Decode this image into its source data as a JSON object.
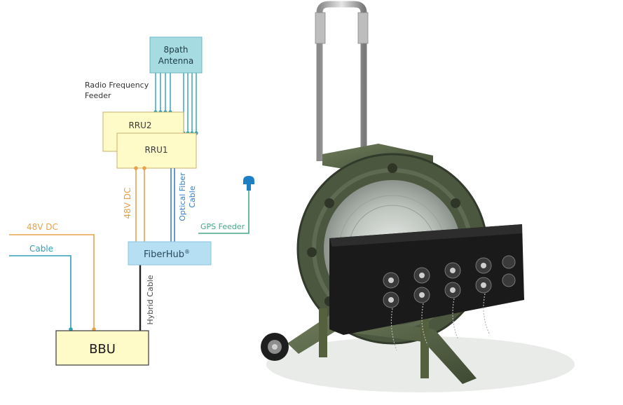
{
  "antenna": {
    "line1": "8path",
    "line2": "Antenna"
  },
  "rf_feeder": {
    "line1": "Radio Frequency",
    "line2": "Feeder"
  },
  "rru2": "RRU2",
  "rru1": "RRU1",
  "dc_vertical": "48V DC",
  "optical": {
    "line1": "Optical Fiber",
    "line2": "Cable"
  },
  "gps": "GPS Feeder",
  "fiberhub": {
    "name": "FiberHub",
    "mark": "®"
  },
  "dc_left": "48V DC",
  "cable_left": "Cable",
  "hybrid": "Hybrid Cable",
  "bbu": "BBU",
  "colors": {
    "box_fill": "#fffbc9",
    "box_stroke": "#c9b26b",
    "antenna_fill": "#a5dbe1",
    "fiberhub_fill": "#b6dff3",
    "power": "#e7a24a",
    "fiber": "#3d7fc6",
    "teal": "#2e9fb5",
    "gps": "#47a88a",
    "gps_icon": "#1f7fc4",
    "hybrid": "#222222"
  }
}
